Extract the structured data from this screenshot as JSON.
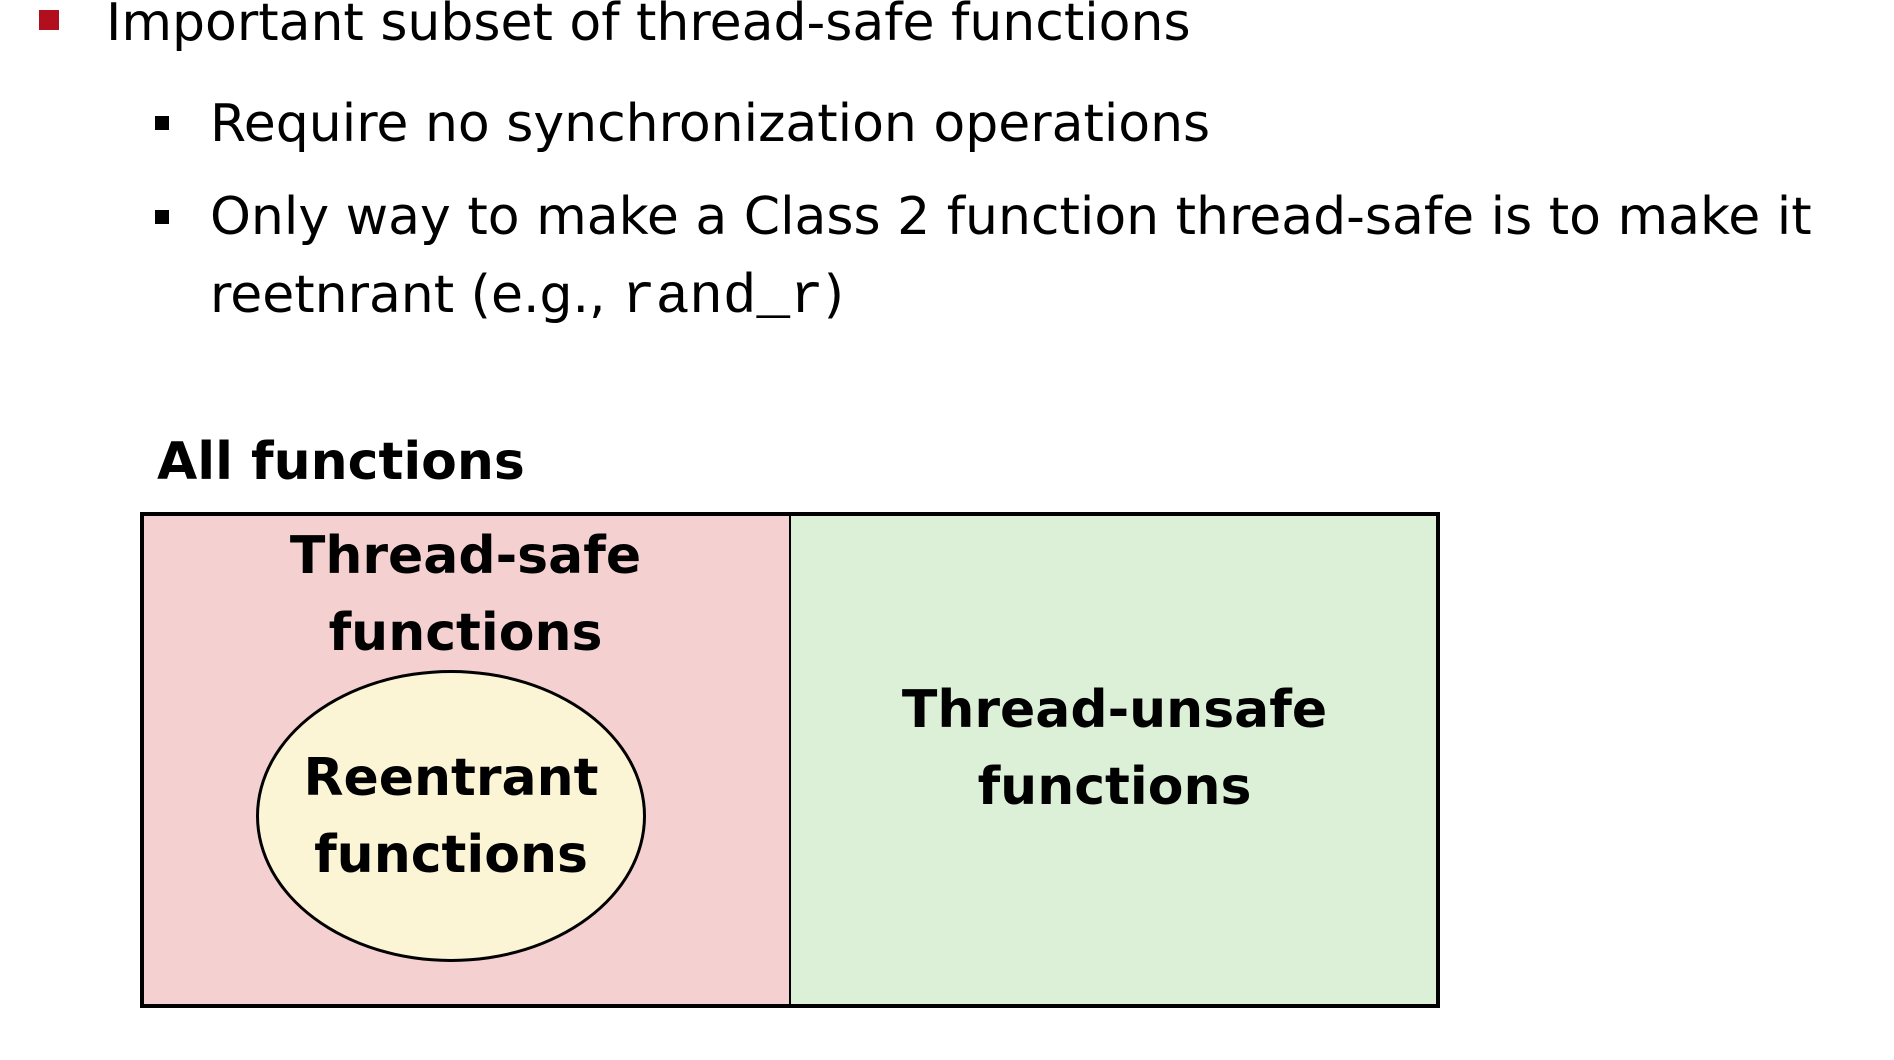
{
  "bullets": {
    "level1": "Important subset of thread-safe functions",
    "level2": [
      {
        "text": "Require no synchronization operations"
      },
      {
        "line1": "Only way to make a Class 2 function thread-safe is to make it",
        "line2_prefix": "reetnrant (e.g., ",
        "line2_code": "rand_r",
        "line2_suffix": ")"
      }
    ]
  },
  "diagram": {
    "title": "All functions",
    "thread_safe": {
      "line1": "Thread-safe",
      "line2": "functions"
    },
    "reentrant": {
      "line1": "Reentrant",
      "line2": "functions"
    },
    "thread_unsafe": {
      "line1": "Thread-unsafe",
      "line2": "functions"
    }
  }
}
